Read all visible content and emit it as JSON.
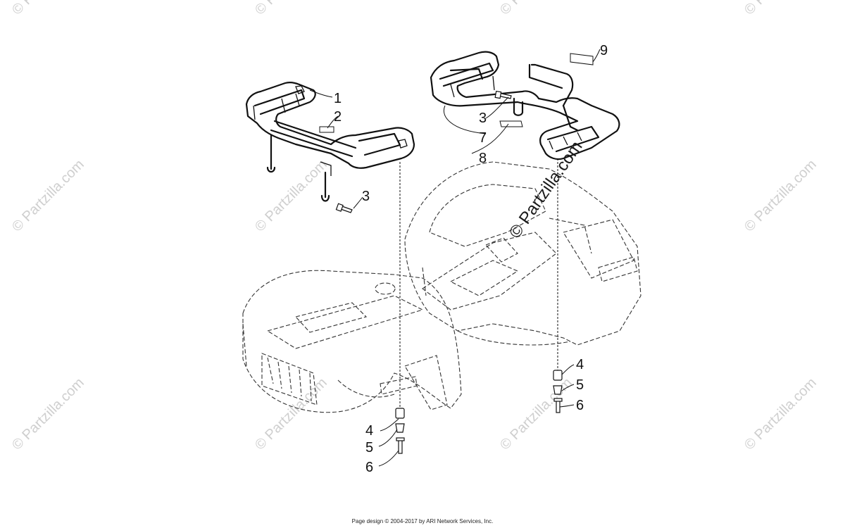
{
  "watermark": {
    "text": "© Partzilla.com"
  },
  "callouts": [
    {
      "id": "c1",
      "label": "1"
    },
    {
      "id": "c2",
      "label": "2"
    },
    {
      "id": "c3a",
      "label": "3"
    },
    {
      "id": "c3b",
      "label": "3"
    },
    {
      "id": "c7",
      "label": "7"
    },
    {
      "id": "c8",
      "label": "8"
    },
    {
      "id": "c9",
      "label": "9"
    },
    {
      "id": "c4a",
      "label": "4"
    },
    {
      "id": "c5a",
      "label": "5"
    },
    {
      "id": "c6a",
      "label": "6"
    },
    {
      "id": "c4b",
      "label": "4"
    },
    {
      "id": "c5b",
      "label": "5"
    },
    {
      "id": "c6b",
      "label": "6"
    }
  ],
  "footer": {
    "text": "Page design © 2004-2017 by ARI Network Services, Inc."
  }
}
